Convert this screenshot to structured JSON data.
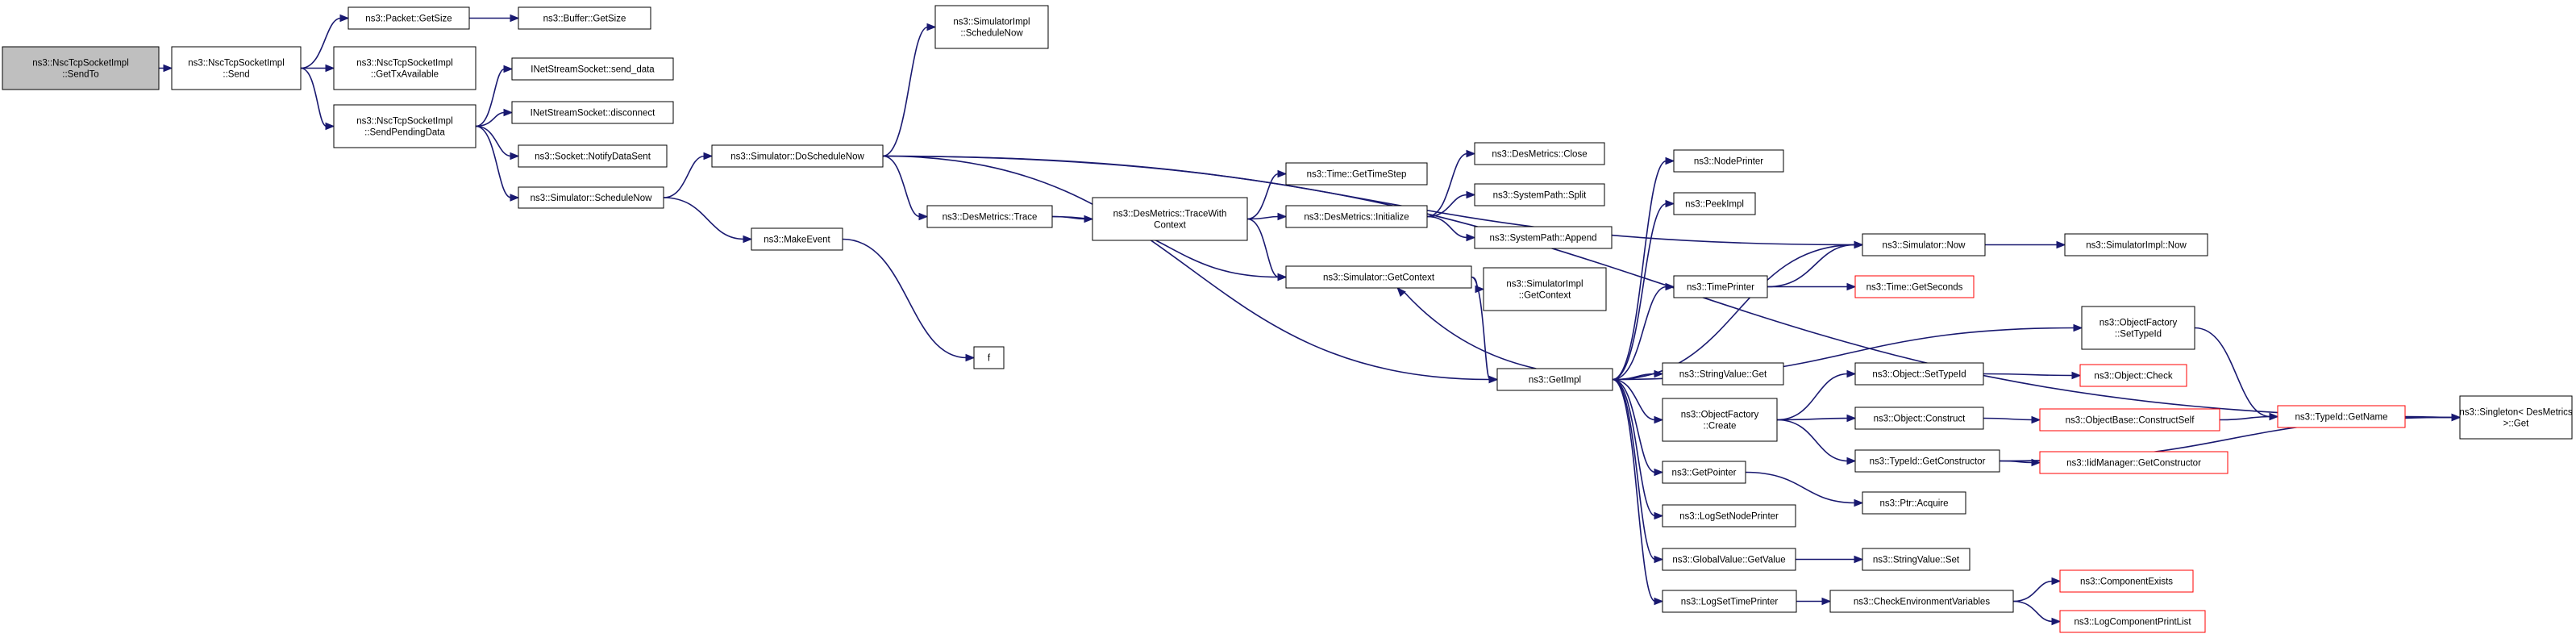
{
  "colors": {
    "root_fill": "#bfbfbf",
    "node_fill": "#ffffff",
    "border_default": "#000000",
    "border_truncated": "#ff0000",
    "edge": "#191970"
  },
  "nodes": [
    {
      "id": "n0",
      "lines": [
        "ns3::NscTcpSocketImpl",
        "::SendTo"
      ],
      "root": true
    },
    {
      "id": "n1",
      "lines": [
        "ns3::NscTcpSocketImpl",
        "::Send"
      ]
    },
    {
      "id": "n2",
      "lines": [
        "ns3::Packet::GetSize"
      ]
    },
    {
      "id": "n3",
      "lines": [
        "ns3::Buffer::GetSize"
      ]
    },
    {
      "id": "n4",
      "lines": [
        "ns3::NscTcpSocketImpl",
        "::GetTxAvailable"
      ]
    },
    {
      "id": "n5",
      "lines": [
        "ns3::NscTcpSocketImpl",
        "::SendPendingData"
      ]
    },
    {
      "id": "n6",
      "lines": [
        "INetStreamSocket::send_data"
      ]
    },
    {
      "id": "n7",
      "lines": [
        "INetStreamSocket::disconnect"
      ]
    },
    {
      "id": "n8",
      "lines": [
        "ns3::Socket::NotifyDataSent"
      ]
    },
    {
      "id": "n9",
      "lines": [
        "ns3::Simulator::ScheduleNow"
      ]
    },
    {
      "id": "n10",
      "lines": [
        "ns3::Simulator::DoScheduleNow"
      ]
    },
    {
      "id": "n11",
      "lines": [
        "ns3::SimulatorImpl",
        "::ScheduleNow"
      ]
    },
    {
      "id": "n12",
      "lines": [
        "ns3::MakeEvent"
      ]
    },
    {
      "id": "n13",
      "lines": [
        "f"
      ]
    },
    {
      "id": "n14",
      "lines": [
        "ns3::DesMetrics::Trace"
      ]
    },
    {
      "id": "n15",
      "lines": [
        "ns3::DesMetrics::TraceWith",
        "Context"
      ]
    },
    {
      "id": "n16",
      "lines": [
        "ns3::Time::GetTimeStep"
      ]
    },
    {
      "id": "n17",
      "lines": [
        "ns3::DesMetrics::Initialize"
      ]
    },
    {
      "id": "n18",
      "lines": [
        "ns3::DesMetrics::Close"
      ]
    },
    {
      "id": "n19",
      "lines": [
        "ns3::SystemPath::Split"
      ]
    },
    {
      "id": "n20",
      "lines": [
        "ns3::SystemPath::Append"
      ]
    },
    {
      "id": "n21",
      "lines": [
        "ns3::Simulator::GetContext"
      ]
    },
    {
      "id": "n22",
      "lines": [
        "ns3::SimulatorImpl",
        "::GetContext"
      ]
    },
    {
      "id": "n23",
      "lines": [
        "ns3::GetImpl"
      ]
    },
    {
      "id": "n24",
      "lines": [
        "ns3::NodePrinter"
      ]
    },
    {
      "id": "n25",
      "lines": [
        "ns3::PeekImpl"
      ]
    },
    {
      "id": "n26",
      "lines": [
        "ns3::TimePrinter"
      ]
    },
    {
      "id": "n27",
      "lines": [
        "ns3::Simulator::Now"
      ]
    },
    {
      "id": "n28",
      "lines": [
        "ns3::SimulatorImpl::Now"
      ]
    },
    {
      "id": "n29",
      "lines": [
        "ns3::Time::GetSeconds"
      ],
      "truncated": true
    },
    {
      "id": "n30",
      "lines": [
        "ns3::StringValue::Get"
      ]
    },
    {
      "id": "n31",
      "lines": [
        "ns3::ObjectFactory",
        "::Create"
      ]
    },
    {
      "id": "n32",
      "lines": [
        "ns3::ObjectFactory",
        "::SetTypeId"
      ]
    },
    {
      "id": "n33",
      "lines": [
        "ns3::Object::SetTypeId"
      ]
    },
    {
      "id": "n34",
      "lines": [
        "ns3::Object::Check"
      ],
      "truncated": true
    },
    {
      "id": "n35",
      "lines": [
        "ns3::Object::Construct"
      ]
    },
    {
      "id": "n36",
      "lines": [
        "ns3::ObjectBase::ConstructSelf"
      ],
      "truncated": true
    },
    {
      "id": "n37",
      "lines": [
        "ns3::TypeId::GetConstructor"
      ]
    },
    {
      "id": "n38",
      "lines": [
        "ns3::IidManager::GetConstructor"
      ],
      "truncated": true
    },
    {
      "id": "n39",
      "lines": [
        "ns3::TypeId::GetName"
      ],
      "truncated": true
    },
    {
      "id": "n40",
      "lines": [
        "ns3::Singleton< DesMetrics",
        ">::Get"
      ]
    },
    {
      "id": "n41",
      "lines": [
        "ns3::GetPointer"
      ]
    },
    {
      "id": "n42",
      "lines": [
        "ns3::Ptr::Acquire"
      ]
    },
    {
      "id": "n43",
      "lines": [
        "ns3::LogSetNodePrinter"
      ]
    },
    {
      "id": "n44",
      "lines": [
        "ns3::GlobalValue::GetValue"
      ]
    },
    {
      "id": "n45",
      "lines": [
        "ns3::StringValue::Set"
      ]
    },
    {
      "id": "n46",
      "lines": [
        "ns3::LogSetTimePrinter"
      ]
    },
    {
      "id": "n47",
      "lines": [
        "ns3::CheckEnvironmentVariables"
      ]
    },
    {
      "id": "n48",
      "lines": [
        "ns3::ComponentExists"
      ],
      "truncated": true
    },
    {
      "id": "n49",
      "lines": [
        "ns3::LogComponentPrintList"
      ],
      "truncated": true
    }
  ],
  "edges": [
    [
      "n0",
      "n1"
    ],
    [
      "n1",
      "n2"
    ],
    [
      "n2",
      "n3"
    ],
    [
      "n1",
      "n4"
    ],
    [
      "n1",
      "n5"
    ],
    [
      "n5",
      "n6"
    ],
    [
      "n5",
      "n7"
    ],
    [
      "n5",
      "n8"
    ],
    [
      "n5",
      "n9"
    ],
    [
      "n9",
      "n10"
    ],
    [
      "n9",
      "n12"
    ],
    [
      "n12",
      "n13"
    ],
    [
      "n10",
      "n11"
    ],
    [
      "n10",
      "n14"
    ],
    [
      "n10",
      "n27"
    ],
    [
      "n10",
      "n40"
    ],
    [
      "n10",
      "n23"
    ],
    [
      "n14",
      "n15"
    ],
    [
      "n14",
      "n21"
    ],
    [
      "n15",
      "n16"
    ],
    [
      "n15",
      "n17"
    ],
    [
      "n15",
      "n21"
    ],
    [
      "n17",
      "n18"
    ],
    [
      "n17",
      "n19"
    ],
    [
      "n17",
      "n20"
    ],
    [
      "n21",
      "n22"
    ],
    [
      "n21",
      "n23"
    ],
    [
      "n23",
      "n21"
    ],
    [
      "n23",
      "n24"
    ],
    [
      "n23",
      "n25"
    ],
    [
      "n23",
      "n26"
    ],
    [
      "n23",
      "n27"
    ],
    [
      "n23",
      "n30"
    ],
    [
      "n23",
      "n31"
    ],
    [
      "n23",
      "n32"
    ],
    [
      "n23",
      "n41"
    ],
    [
      "n23",
      "n43"
    ],
    [
      "n23",
      "n44"
    ],
    [
      "n23",
      "n46"
    ],
    [
      "n26",
      "n27"
    ],
    [
      "n26",
      "n29"
    ],
    [
      "n27",
      "n28"
    ],
    [
      "n31",
      "n33"
    ],
    [
      "n31",
      "n35"
    ],
    [
      "n31",
      "n37"
    ],
    [
      "n33",
      "n34"
    ],
    [
      "n35",
      "n36"
    ],
    [
      "n36",
      "n39"
    ],
    [
      "n37",
      "n38"
    ],
    [
      "n37",
      "n40"
    ],
    [
      "n32",
      "n39"
    ],
    [
      "n39",
      "n40"
    ],
    [
      "n41",
      "n42"
    ],
    [
      "n44",
      "n45"
    ],
    [
      "n46",
      "n47"
    ],
    [
      "n47",
      "n48"
    ],
    [
      "n47",
      "n49"
    ]
  ]
}
